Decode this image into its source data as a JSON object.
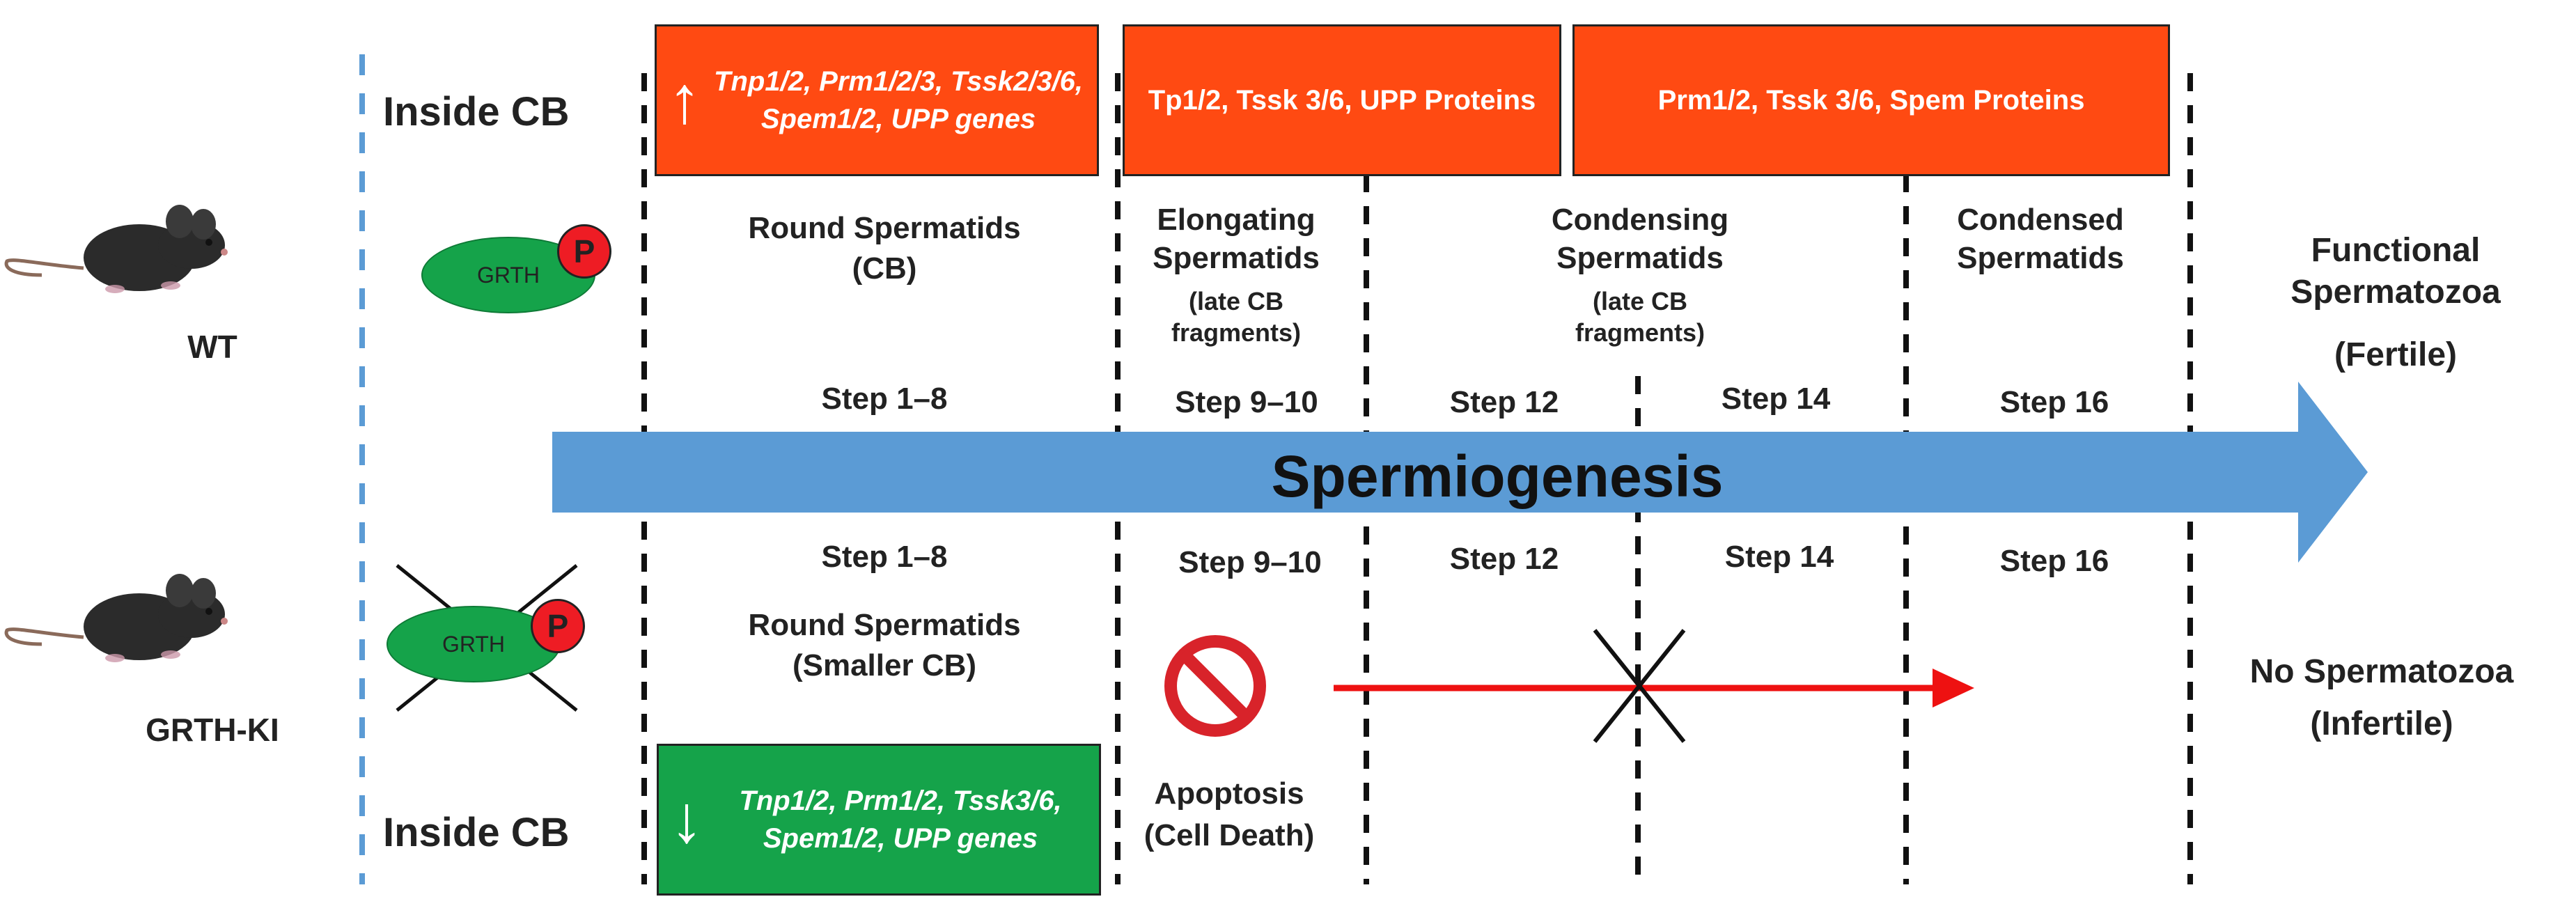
{
  "colors": {
    "main_arrow": "#5b9bd5",
    "orange_box": "#ff4a12",
    "green_box": "#15a34a",
    "phospho": "#ee1c24",
    "block_arrow": "#ee1111",
    "separator": "#5b9bd5"
  },
  "icons": {
    "wt_mouse": "mouse-icon",
    "ki_mouse": "mouse-icon",
    "up_arrow": "up-arrow-icon",
    "down_arrow": "down-arrow-icon",
    "no_sign": "prohibited-icon",
    "cross": "cross-mark-icon"
  },
  "wt": {
    "genotype": "WT",
    "inside_cb": "Inside CB",
    "grth": "GRTH",
    "phospho": "P",
    "box1_text": "Tnp1/2, Prm1/2/3, Tssk2/3/6, Spem1/2, UPP genes",
    "box2_text": "Tp1/2, Tssk 3/6, UPP Proteins",
    "box3_text": "Prm1/2, Tssk 3/6, Spem Proteins",
    "stage1_title": "Round Spermatids",
    "stage1_sub": "(CB)",
    "stage2_title": "Elongating Spermatids",
    "stage2_note": "(late CB fragments)",
    "stage3_title": "Condensing Spermatids",
    "stage3_note": "(late CB fragments)",
    "stage4_title": "Condensed Spermatids",
    "outcome_title": "Functional Spermatozoa",
    "outcome_sub": "(Fertile)",
    "steps": [
      "Step 1–8",
      "Step 9–10",
      "Step 12",
      "Step 14",
      "Step 16"
    ]
  },
  "center": {
    "process": "Spermiogenesis"
  },
  "ki": {
    "genotype": "GRTH-KI",
    "inside_cb": "Inside CB",
    "grth": "GRTH",
    "phospho": "P",
    "box_text": "Tnp1/2, Prm1/2, Tssk3/6, Spem1/2, UPP genes",
    "stage1_title": "Round Spermatids",
    "stage1_sub": "(Smaller CB)",
    "apoptosis": "Apoptosis",
    "apoptosis_sub": "(Cell Death)",
    "outcome_title": "No Spermatozoa",
    "outcome_sub": "(Infertile)",
    "steps": [
      "Step 1–8",
      "Step 9–10",
      "Step 12",
      "Step 14",
      "Step 16"
    ]
  }
}
